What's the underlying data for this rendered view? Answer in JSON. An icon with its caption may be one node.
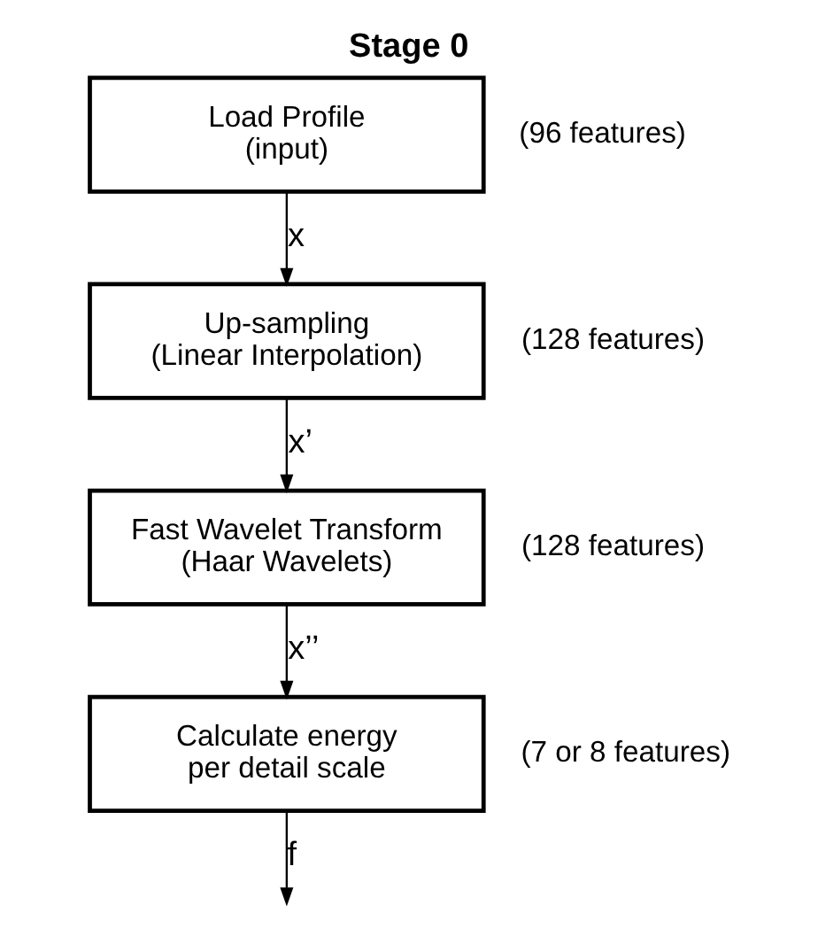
{
  "diagram": {
    "title": "Stage 0",
    "nodes": [
      {
        "text": [
          "Load Profile",
          "(input)"
        ],
        "beside": [
          "(96 features)"
        ]
      },
      {
        "text": [
          "Up-sampling",
          "(Linear Interpolation)"
        ],
        "beside": [
          "(128 features)"
        ]
      },
      {
        "text": [
          "Fast Wavelet Transform",
          "(Haar Wavelets)"
        ],
        "beside": [
          "(128 features)"
        ]
      },
      {
        "text": [
          "Calculate energy",
          "per detail scale"
        ],
        "beside": [
          "(7 or 8 features)"
        ]
      }
    ],
    "edges": [
      {
        "from": 0,
        "to": 1,
        "arrow": "to",
        "label": "x"
      },
      {
        "from": 1,
        "to": 2,
        "arrow": "to",
        "label": "x’"
      },
      {
        "from": 2,
        "to": 3,
        "arrow": "to",
        "label": "x’’"
      },
      {
        "from": 3,
        "to": null,
        "arrow": "to",
        "label": "f"
      }
    ]
  }
}
